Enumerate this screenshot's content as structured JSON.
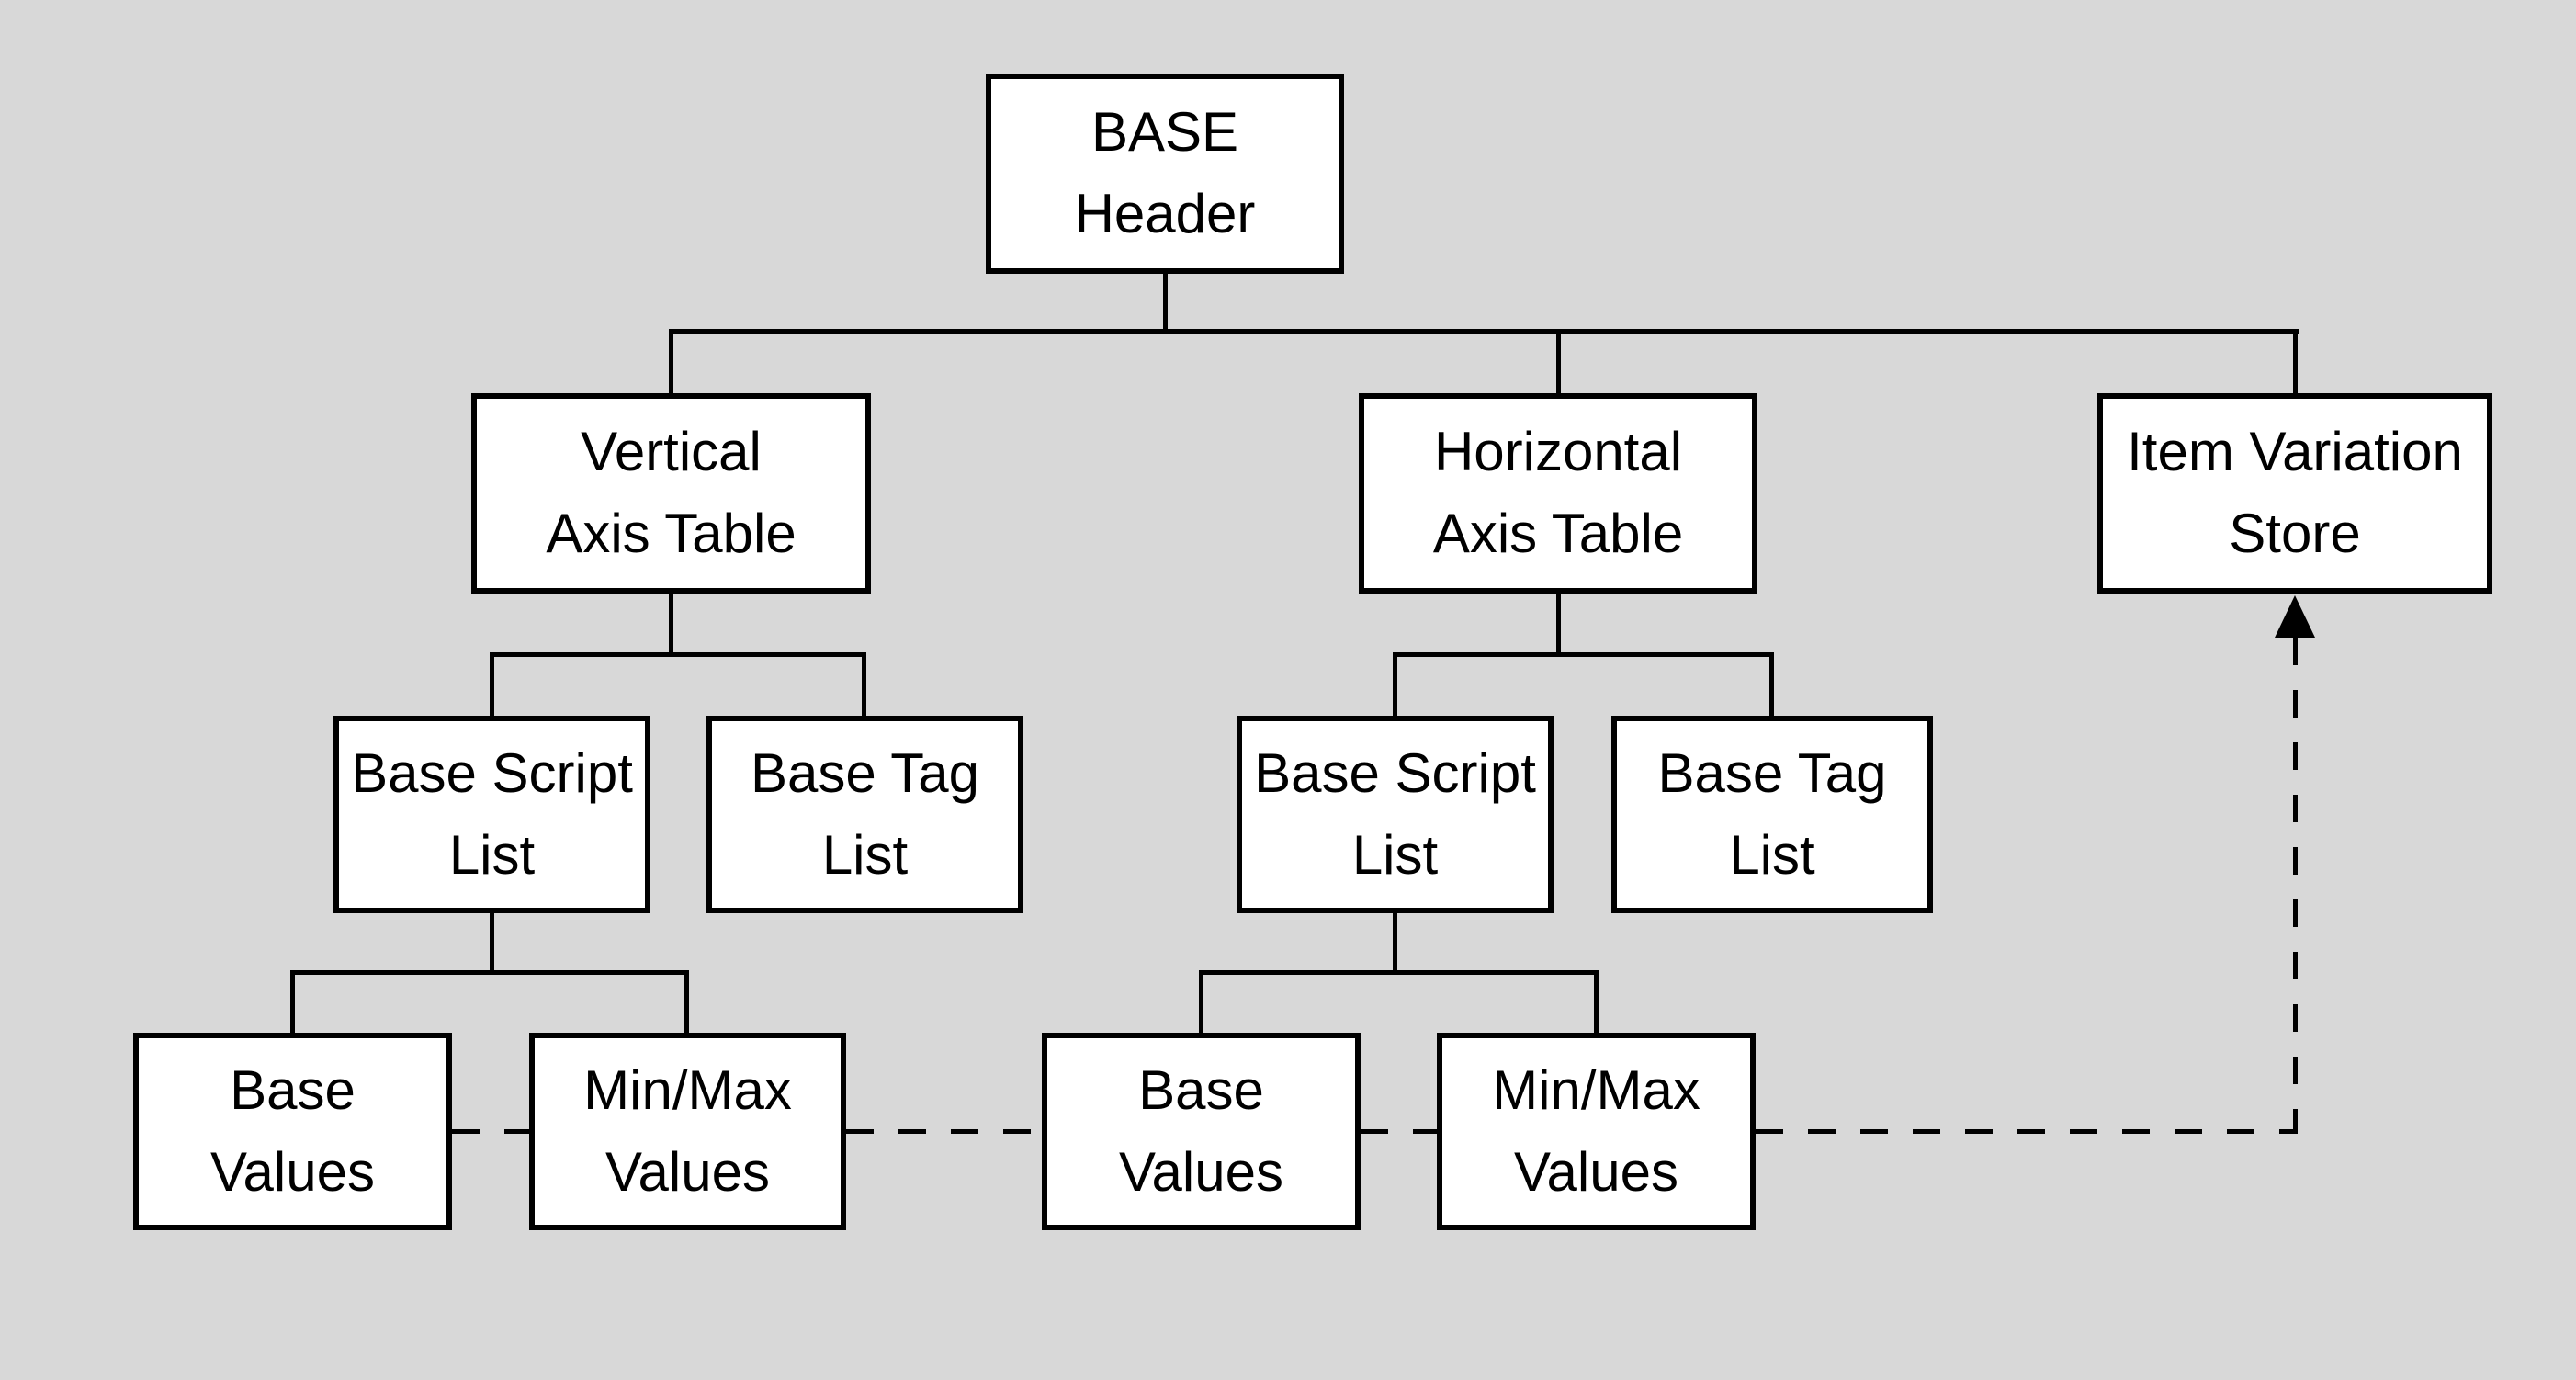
{
  "diagram": {
    "type": "hierarchy-tree",
    "colors": {
      "background": "#d8d8d8",
      "node_fill": "#ffffff",
      "node_stroke": "#000000",
      "connector": "#000000"
    },
    "nodes": {
      "base_header": {
        "line1": "BASE",
        "line2": "Header"
      },
      "vertical_axis_table": {
        "line1": "Vertical",
        "line2": "Axis Table"
      },
      "horizontal_axis_table": {
        "line1": "Horizontal",
        "line2": "Axis Table"
      },
      "item_variation_store": {
        "line1": "Item Variation",
        "line2": "Store"
      },
      "base_script_list_left": {
        "line1": "Base Script",
        "line2": "List"
      },
      "base_tag_list_left": {
        "line1": "Base Tag",
        "line2": "List"
      },
      "base_script_list_right": {
        "line1": "Base Script",
        "line2": "List"
      },
      "base_tag_list_right": {
        "line1": "Base Tag",
        "line2": "List"
      },
      "base_values_left": {
        "line1": "Base",
        "line2": "Values"
      },
      "minmax_values_left": {
        "line1": "Min/Max",
        "line2": "Values"
      },
      "base_values_right": {
        "line1": "Base",
        "line2": "Values"
      },
      "minmax_values_right": {
        "line1": "Min/Max",
        "line2": "Values"
      }
    },
    "edges": [
      {
        "from": "base_header",
        "to": "vertical_axis_table",
        "style": "solid"
      },
      {
        "from": "base_header",
        "to": "horizontal_axis_table",
        "style": "solid"
      },
      {
        "from": "base_header",
        "to": "item_variation_store",
        "style": "solid"
      },
      {
        "from": "vertical_axis_table",
        "to": "base_script_list_left",
        "style": "solid"
      },
      {
        "from": "vertical_axis_table",
        "to": "base_tag_list_left",
        "style": "solid"
      },
      {
        "from": "horizontal_axis_table",
        "to": "base_script_list_right",
        "style": "solid"
      },
      {
        "from": "horizontal_axis_table",
        "to": "base_tag_list_right",
        "style": "solid"
      },
      {
        "from": "base_script_list_left",
        "to": "base_values_left",
        "style": "solid"
      },
      {
        "from": "base_script_list_left",
        "to": "minmax_values_left",
        "style": "solid"
      },
      {
        "from": "base_script_list_right",
        "to": "base_values_right",
        "style": "solid"
      },
      {
        "from": "base_script_list_right",
        "to": "minmax_values_right",
        "style": "solid"
      },
      {
        "from": "base_values_left",
        "to": "minmax_values_left",
        "style": "dashed"
      },
      {
        "from": "minmax_values_left",
        "to": "base_values_right",
        "style": "dashed"
      },
      {
        "from": "base_values_right",
        "to": "minmax_values_right",
        "style": "dashed"
      },
      {
        "from": "minmax_values_right",
        "to": "item_variation_store",
        "style": "dashed-arrow"
      }
    ]
  }
}
